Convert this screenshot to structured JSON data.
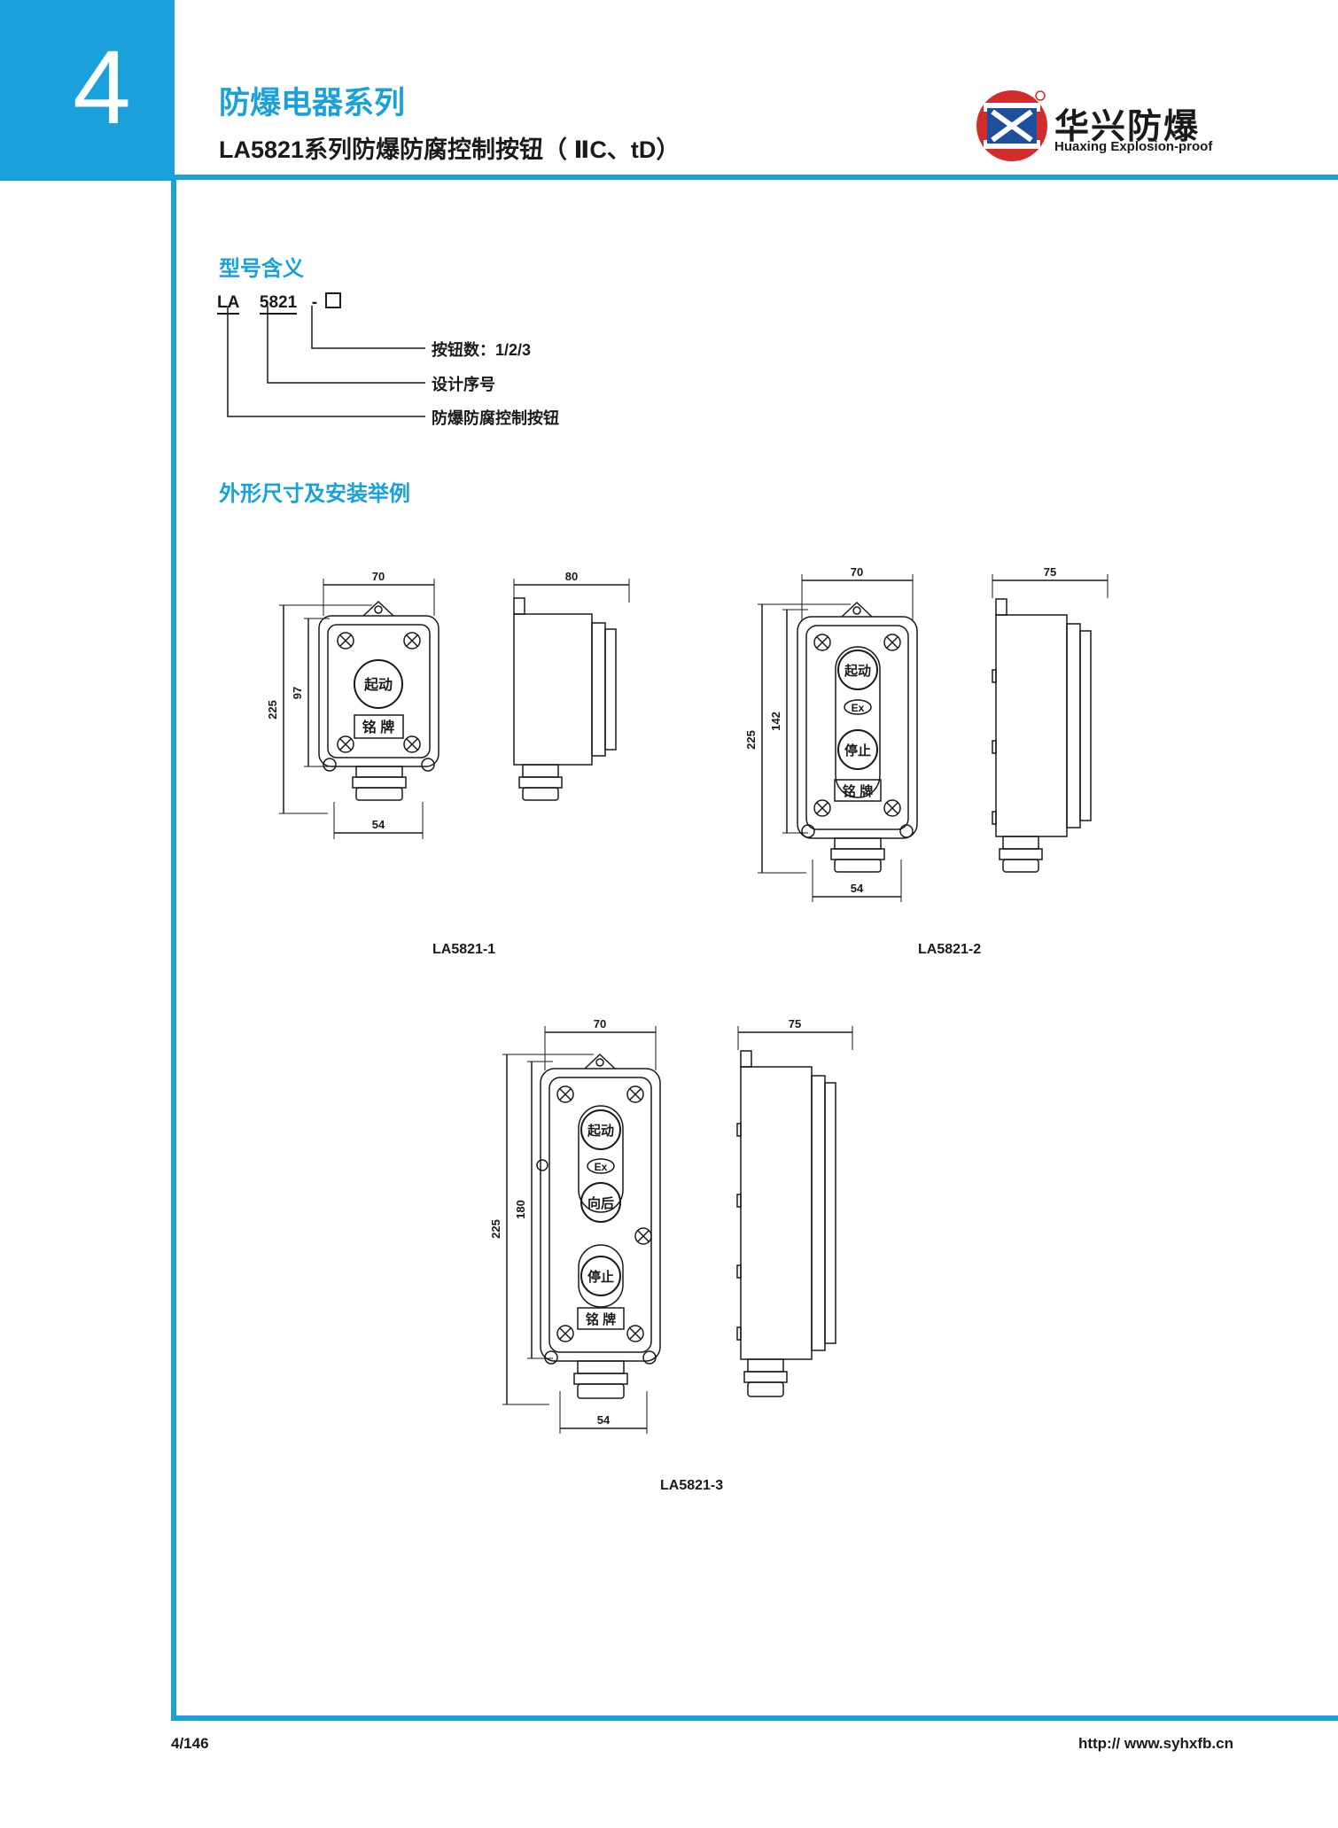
{
  "header": {
    "chapter_number": "4",
    "series_title": "防爆电器系列",
    "product_title": "LA5821系列防爆防腐控制按钮（ ⅡC、tD）",
    "brand_cn": "华兴防爆",
    "brand_en": "Huaxing Explosion-proof",
    "accent_color": "#1aa1dc"
  },
  "model_meaning": {
    "heading": "型号含义",
    "code_parts": [
      "LA",
      "5821",
      "-"
    ],
    "legend": [
      "按钮数：1/2/3",
      "设计序号",
      "防爆防腐控制按钮"
    ]
  },
  "dimensions": {
    "heading": "外形尺寸及安装举例",
    "diagrams": [
      {
        "caption": "LA5821-1",
        "width": "70",
        "depth": "80",
        "height": "225",
        "mount_height": "97",
        "bottom_width": "54",
        "buttons": [
          "起动"
        ],
        "nameplate": "铭 牌"
      },
      {
        "caption": "LA5821-2",
        "width": "70",
        "depth": "75",
        "height": "225",
        "mount_height": "142",
        "bottom_width": "54",
        "buttons": [
          "起动",
          "停止"
        ],
        "mark": "Ex",
        "nameplate": "铭 牌"
      },
      {
        "caption": "LA5821-3",
        "width": "70",
        "depth": "75",
        "height": "225",
        "mount_height": "180",
        "bottom_width": "54",
        "buttons": [
          "起动",
          "向后",
          "停止"
        ],
        "mark": "Ex",
        "nameplate": "铭 牌"
      }
    ]
  },
  "footer": {
    "page": "4/146",
    "url": "http:// www.syhxfb.cn"
  }
}
